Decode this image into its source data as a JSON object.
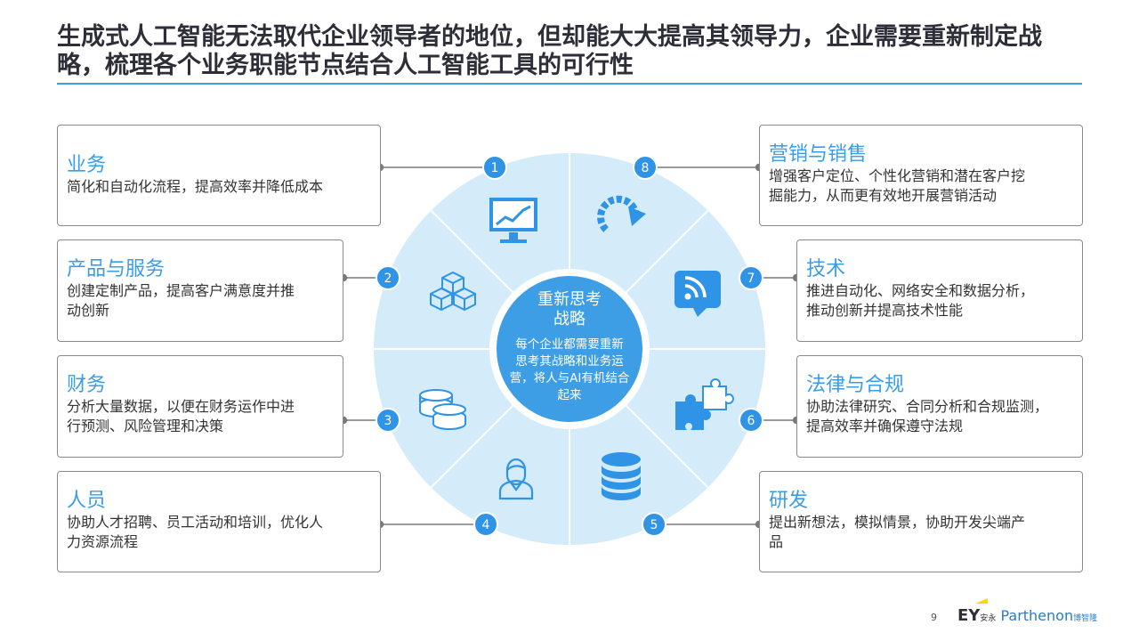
{
  "slide": {
    "title": "生成式人工智能无法取代企业领导者的地位，但却能大大提高其领导力，企业需要重新制定战略，梳理各个业务职能节点结合人工智能工具的可行性",
    "page_number": "9"
  },
  "center": {
    "title_line1": "重新思考",
    "title_line2": "战略",
    "desc_line1": "每个企业都需要重新",
    "desc_line2": "思考其战略和业务运",
    "desc_line3": "营，将人与AI有机结合",
    "desc_line4": "起来"
  },
  "functions": [
    {
      "num": "1",
      "heading": "业务",
      "desc_line1": "简化和自动化流程，提高效率并降低成本",
      "desc_line2": "",
      "icon": "monitor-chart-icon"
    },
    {
      "num": "2",
      "heading": "产品与服务",
      "desc_line1": "创建定制产品，提高客户满意度并推",
      "desc_line2": "动创新",
      "icon": "cubes-icon"
    },
    {
      "num": "3",
      "heading": "财务",
      "desc_line1": "分析大量数据，以便在财务运作中进",
      "desc_line2": "行预测、风险管理和决策",
      "icon": "coins-icon"
    },
    {
      "num": "4",
      "heading": "人员",
      "desc_line1": "协助人才招聘、员工活动和培训，优化人",
      "desc_line2": "力资源流程",
      "icon": "person-icon"
    },
    {
      "num": "5",
      "heading": "研发",
      "desc_line1": "提出新想法，模拟情景，协助开发尖端产",
      "desc_line2": "品",
      "icon": "database-icon"
    },
    {
      "num": "6",
      "heading": "法律与合规",
      "desc_line1": "协助法律研究、合同分析和合规监测，",
      "desc_line2": "提高效率并确保遵守法规",
      "icon": "puzzle-icon"
    },
    {
      "num": "7",
      "heading": "技术",
      "desc_line1": "推进自动化、网络安全和数据分析，",
      "desc_line2": "推动创新并提高技术性能",
      "icon": "rss-chat-icon"
    },
    {
      "num": "8",
      "heading": "营销与销售",
      "desc_line1": "增强客户定位、个性化营销和潜在客户挖",
      "desc_line2": "掘能力，从而更有效地开展营销活动",
      "icon": "refresh-icon"
    }
  ],
  "brand": {
    "ey": "EY",
    "ey_cn": "安永",
    "parthenon": "Parthenon",
    "parthenon_cn": "博智隆"
  },
  "colors": {
    "accent": "#3a9de8",
    "wheel_fill": "#d4ebf9",
    "center_fill": "#3d9ee6",
    "badge_fill": "#2f93e6",
    "title": "#2e2e38"
  }
}
